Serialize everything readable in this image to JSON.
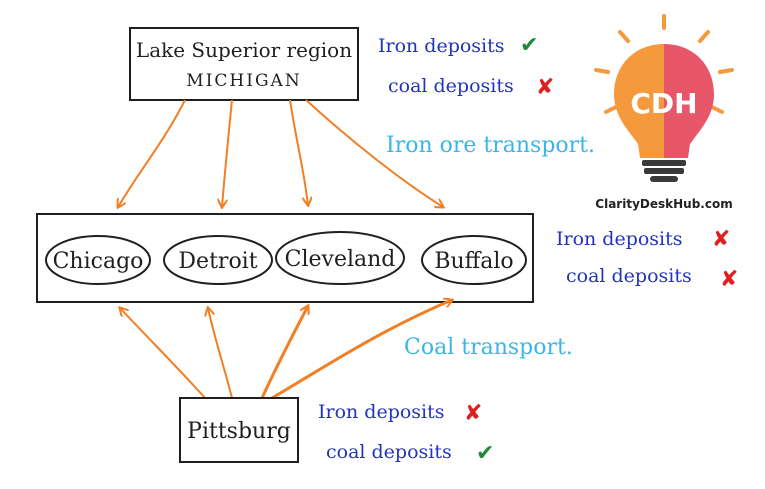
{
  "source": {
    "line1": "Lake Superior region",
    "line2": "MICHIGAN"
  },
  "cities": [
    "Chicago",
    "Detroit",
    "Cleveland",
    "Buffalo"
  ],
  "origin": "Pittsburg",
  "flows": {
    "iron": "Iron ore transport.",
    "coal": "Coal transport."
  },
  "deposits": {
    "top": {
      "iron": "Iron deposits",
      "coal": "coal deposits",
      "iron_mark": "✔",
      "coal_mark": "✘"
    },
    "middle": {
      "iron": "Iron deposits",
      "coal": "coal deposits",
      "iron_mark": "✘",
      "coal_mark": "✘"
    },
    "bottom": {
      "iron": "Iron deposits",
      "coal": "coal deposits",
      "iron_mark": "✘",
      "coal_mark": "✔"
    }
  },
  "logo": {
    "text": "CDH",
    "site": "ClarityDeskHub.com"
  },
  "colors": {
    "arrow": "#f07f26",
    "ink": "#1f1f1f",
    "deposit_text": "#2233bb",
    "flow_text": "#3bb5e8",
    "check": "#1e8a3c",
    "cross": "#e02020",
    "logo_left": "#f59a3c",
    "logo_right": "#e8566a"
  }
}
